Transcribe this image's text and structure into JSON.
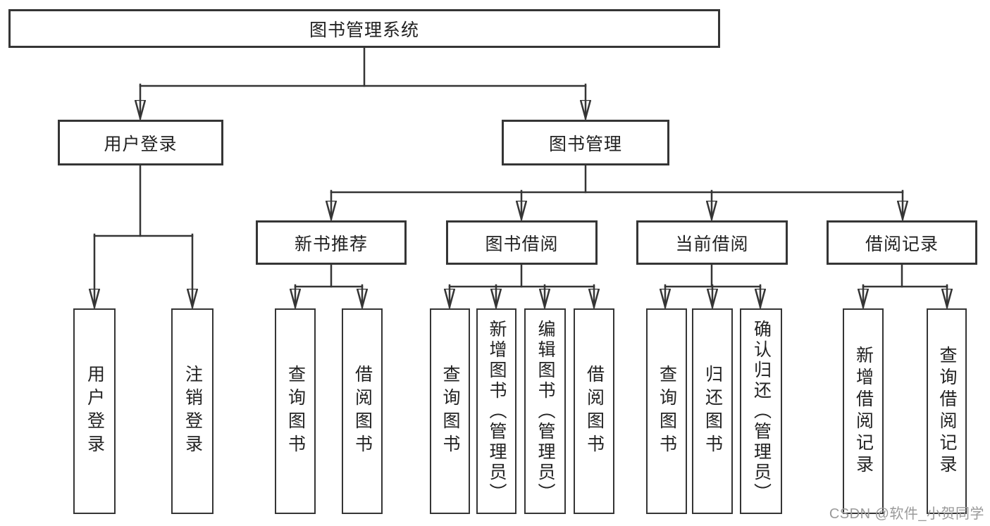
{
  "diagram": {
    "title_node": {
      "label": "图书管理系统"
    },
    "level2": [
      {
        "id": "user-login",
        "label": "用户登录"
      },
      {
        "id": "book-management",
        "label": "图书管理"
      }
    ],
    "level3": [
      {
        "id": "new-book-recommend",
        "label": "新书推荐"
      },
      {
        "id": "book-borrowing",
        "label": "图书借阅"
      },
      {
        "id": "current-borrowing",
        "label": "当前借阅"
      },
      {
        "id": "borrowing-records",
        "label": "借阅记录"
      }
    ],
    "leaves": {
      "user_login": [
        {
          "label": "用户登录"
        },
        {
          "label": "注销登录"
        }
      ],
      "new_book": [
        {
          "label": "查询图书"
        },
        {
          "label": "借阅图书"
        }
      ],
      "book_borrow": [
        {
          "label": "查询图书"
        },
        {
          "label": "新增图书（管理员）"
        },
        {
          "label": "编辑图书（管理员）"
        },
        {
          "label": "借阅图书"
        }
      ],
      "current_borrow": [
        {
          "label": "查询图书"
        },
        {
          "label": "归还图书"
        },
        {
          "label": "确认归还（管理员）"
        }
      ],
      "records": [
        {
          "label": "新增借阅记录"
        },
        {
          "label": "查询借阅记录"
        }
      ]
    },
    "colors": {
      "line": "#353535",
      "text": "#222222",
      "background": "#ffffff",
      "watermark": "#9a9a9a"
    },
    "watermark": "CSDN @软件_小贺同学"
  }
}
